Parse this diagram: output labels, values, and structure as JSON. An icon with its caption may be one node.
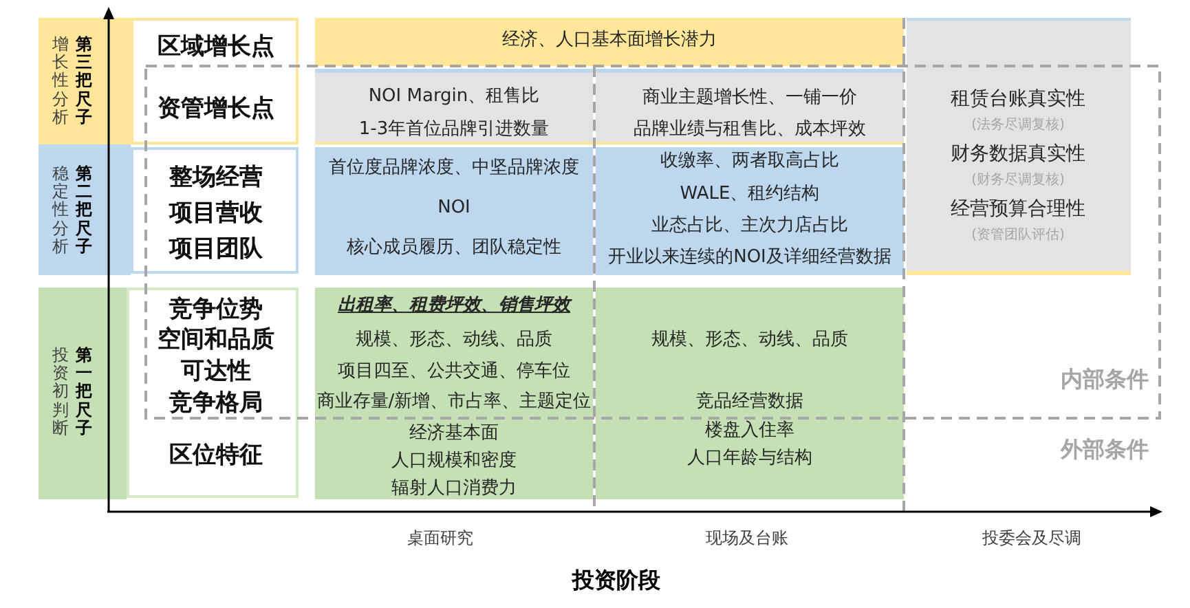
{
  "diagram": {
    "nodes": [
      {
        "text": [
          "增长性分析",
          "第三把尺子"
        ]
      },
      {
        "text": [
          "区域增长点",
          "资管增长点"
        ]
      },
      {
        "text": [
          "经济、人口基本面增长潜力"
        ]
      },
      {
        "text": [
          "NOI Margin、租售比",
          "1-3年首位品牌引进数量"
        ]
      },
      {
        "text": [
          "商业主题增长性、一铺一价",
          "品牌业绩与租售比、成本坪效"
        ]
      },
      {
        "text": [
          "租赁台账真实性",
          "(法务尽调复核)",
          "财务数据真实性",
          "(财务尽调复核)",
          "经营预算合理性",
          "(资管团队评估)"
        ]
      },
      {
        "text": [
          "稳定性分析",
          "第二把尺子"
        ]
      },
      {
        "text": [
          "整场经营",
          "项目营收",
          "项目团队"
        ]
      },
      {
        "text": [
          "首位度品牌浓度、中坚品牌浓度",
          "NOI",
          "核心成员履历、团队稳定性"
        ]
      },
      {
        "text": [
          "收缴率、两者取高占比",
          "WALE、租约结构",
          "业态占比、主次力店占比",
          "开业以来连续的NOI及详细经营数据"
        ]
      },
      {
        "text": [
          "投资初判断",
          "第一把尺子"
        ]
      },
      {
        "text": [
          "竞争位势",
          "空间和品质",
          "可达性",
          "竞争格局",
          "区位特征"
        ]
      },
      {
        "text": [
          "出租率、租费坪效、销售坪效",
          "规模、形态、动线、品质",
          "项目四至、公共交通、停车位",
          "商业存量/新增、市占率、主题定位",
          "经济基本面",
          "人口规模和密度",
          "辐射人口消费力"
        ]
      },
      {
        "text": [
          "规模、形态、动线、品质",
          "竞品经营数据",
          "楼盘入住率",
          "人口年龄与结构"
        ]
      }
    ],
    "labels": [
      "内部条件",
      "外部条件",
      "桌面研究",
      "现场及台账",
      "投委会及尽调",
      "投资阶段"
    ]
  }
}
